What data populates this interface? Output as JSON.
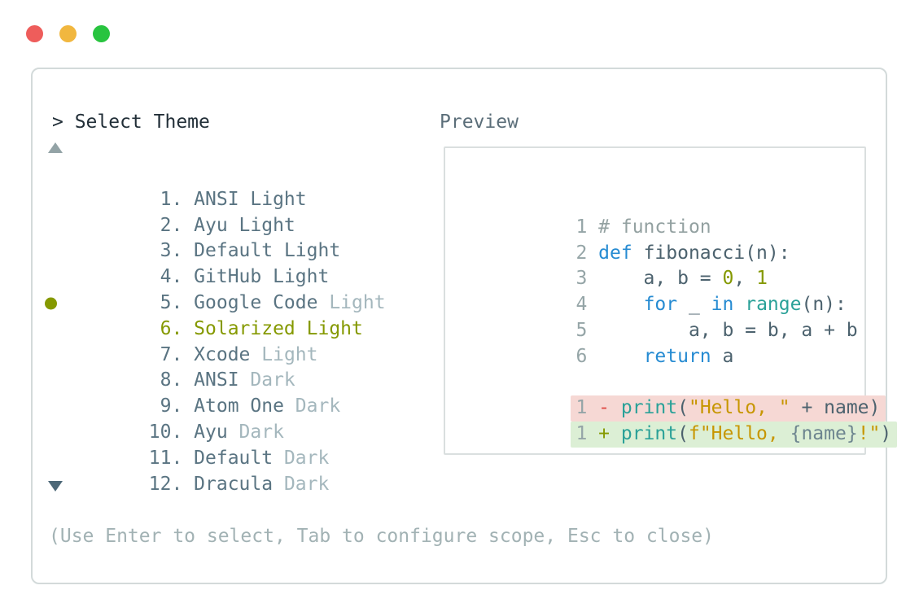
{
  "colors": {
    "traffic_red": "#ee5d5b",
    "traffic_yellow": "#f1b73f",
    "traffic_green": "#28c43f",
    "panel_border": "#d3dada",
    "preview_border": "#dadfdf",
    "prompt_text": "#222f38",
    "list_text": "#5a7482",
    "list_muted": "#a4b7bd",
    "selected": "#859900",
    "scroll_up": "#93a3a6",
    "scroll_down": "#4d6878",
    "footer_text": "#a2b2b4",
    "preview_label": "#5b6e79",
    "code_text": "#4c626e",
    "line_number": "#95a5a7",
    "comment": "#93a1a1",
    "keyword": "#268bd2",
    "builtin": "#2aa198",
    "string": "#c79600",
    "number": "#859900",
    "variable": "#6d858f",
    "removed_sign": "#e04b45",
    "added_sign": "#859900",
    "removed_bg": "#f6d8d4",
    "added_bg": "#dcefd5"
  },
  "window": {
    "buttons": [
      "close",
      "minimize",
      "maximize"
    ]
  },
  "dialog": {
    "prompt": "> Select Theme",
    "footer_hint": "(Use Enter to select, Tab to configure scope, Esc to close)"
  },
  "theme_list": {
    "selected_theme": "Solarized Light",
    "selected_number": "6.",
    "items": [
      {
        "number": "1.",
        "name": "ANSI",
        "suffix": "Light",
        "state": "normal"
      },
      {
        "number": "2.",
        "name": "Ayu",
        "suffix": "Light",
        "state": "normal"
      },
      {
        "number": "3.",
        "name": "Default",
        "suffix": "Light",
        "state": "normal"
      },
      {
        "number": "4.",
        "name": "GitHub",
        "suffix": "Light",
        "state": "normal"
      },
      {
        "number": "5.",
        "name": "Google Code",
        "suffix": "Light",
        "state": "muted-suffix"
      },
      {
        "number": "6.",
        "name": "Solarized",
        "suffix": "Light",
        "state": "selected"
      },
      {
        "number": "7.",
        "name": "Xcode",
        "suffix": "Light",
        "state": "muted-suffix"
      },
      {
        "number": "8.",
        "name": "ANSI",
        "suffix": "Dark",
        "state": "muted-suffix"
      },
      {
        "number": "9.",
        "name": "Atom One",
        "suffix": "Dark",
        "state": "muted-suffix"
      },
      {
        "number": "10.",
        "name": "Ayu",
        "suffix": "Dark",
        "state": "muted-suffix"
      },
      {
        "number": "11.",
        "name": "Default",
        "suffix": "Dark",
        "state": "muted-suffix"
      },
      {
        "number": "12.",
        "name": "Dracula",
        "suffix": "Dark",
        "state": "muted-suffix"
      }
    ]
  },
  "preview": {
    "label": "Preview",
    "lines": [
      {
        "num": "1",
        "tokens": [
          {
            "t": "# function",
            "c": "comment"
          }
        ]
      },
      {
        "num": "2",
        "tokens": [
          {
            "t": "def",
            "c": "keyword"
          },
          {
            "t": " fibonacci(n):",
            "c": "code_text"
          }
        ]
      },
      {
        "num": "3",
        "tokens": [
          {
            "t": "    a, b = ",
            "c": "code_text"
          },
          {
            "t": "0",
            "c": "number"
          },
          {
            "t": ", ",
            "c": "code_text"
          },
          {
            "t": "1",
            "c": "number"
          }
        ]
      },
      {
        "num": "4",
        "tokens": [
          {
            "t": "    ",
            "c": "code_text"
          },
          {
            "t": "for",
            "c": "keyword"
          },
          {
            "t": " _ ",
            "c": "code_text"
          },
          {
            "t": "in",
            "c": "keyword"
          },
          {
            "t": " ",
            "c": "code_text"
          },
          {
            "t": "range",
            "c": "builtin"
          },
          {
            "t": "(n):",
            "c": "code_text"
          }
        ]
      },
      {
        "num": "5",
        "tokens": [
          {
            "t": "        a, b = b, a + b",
            "c": "code_text"
          }
        ]
      },
      {
        "num": "6",
        "tokens": [
          {
            "t": "    ",
            "c": "code_text"
          },
          {
            "t": "return",
            "c": "keyword"
          },
          {
            "t": " a",
            "c": "code_text"
          }
        ]
      }
    ],
    "diff": [
      {
        "num": "1",
        "sign": "-",
        "type": "removed",
        "tokens": [
          {
            "t": "print",
            "c": "builtin"
          },
          {
            "t": "(",
            "c": "code_text"
          },
          {
            "t": "\"Hello, \"",
            "c": "string"
          },
          {
            "t": " + name",
            "c": "code_text"
          },
          {
            "t": ")",
            "c": "code_text"
          }
        ]
      },
      {
        "num": "1",
        "sign": "+",
        "type": "added",
        "tokens": [
          {
            "t": "print",
            "c": "builtin"
          },
          {
            "t": "(",
            "c": "code_text"
          },
          {
            "t": "f\"Hello, ",
            "c": "string"
          },
          {
            "t": "{name}",
            "c": "variable"
          },
          {
            "t": "!\"",
            "c": "string"
          },
          {
            "t": ")",
            "c": "code_text"
          }
        ]
      }
    ]
  }
}
